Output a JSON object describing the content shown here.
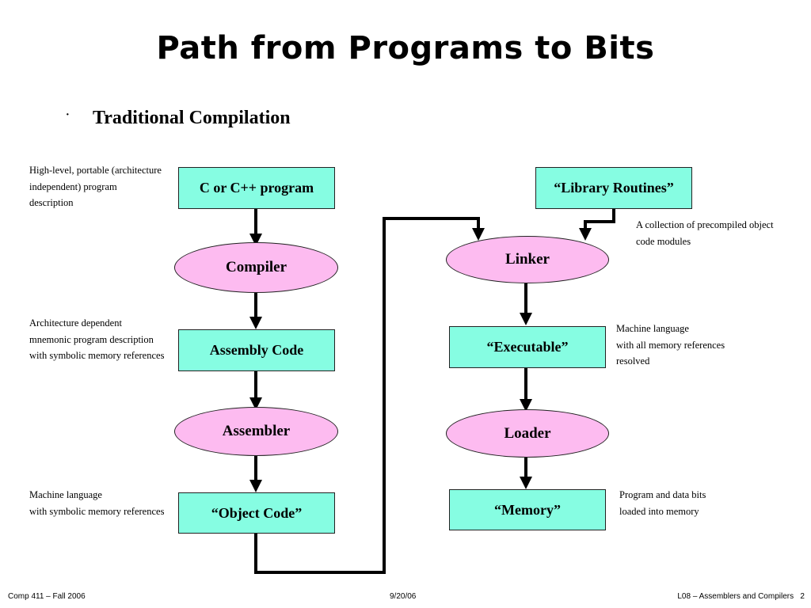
{
  "slide": {
    "title": "Path from Programs to Bits",
    "bullet_marker": "·",
    "bullet": "Traditional Compilation"
  },
  "nodes": {
    "source_program": "C or C++ program",
    "compiler": "Compiler",
    "assembly_code": "Assembly Code",
    "assembler": "Assembler",
    "object_code": "“Object Code”",
    "library_routines": "“Library Routines”",
    "linker": "Linker",
    "executable": "“Executable”",
    "loader": "Loader",
    "memory": "“Memory”"
  },
  "annotations": {
    "source_program": [
      "High-level, portable (architecture",
      "independent) program",
      "description"
    ],
    "assembly_code": [
      "Architecture dependent",
      "mnemonic program description",
      "with symbolic memory references"
    ],
    "object_code": [
      "Machine language",
      "with symbolic memory references"
    ],
    "library_routines": [
      "A collection of precompiled object",
      "code modules"
    ],
    "executable": [
      "Machine language",
      "with all memory references",
      "resolved"
    ],
    "memory": [
      "Program and data bits",
      "loaded into memory"
    ]
  },
  "footer": {
    "left": "Comp 411 – Fall 2006",
    "center": "9/20/06",
    "right": "L08 – Assemblers and Compilers   2"
  },
  "colors": {
    "box_fill": "#86fde2",
    "ellipse_fill": "#fdbbf0"
  }
}
